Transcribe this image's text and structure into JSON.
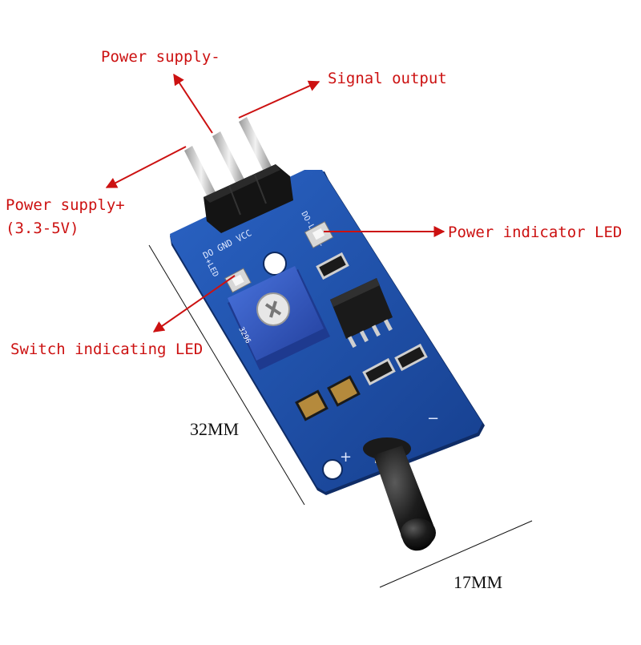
{
  "image": {
    "background": "#ffffff",
    "label_color": "#cc1111",
    "arrow_color": "#cc1111",
    "board_color": "#1b4fa8",
    "pot_color": "#2f59c9",
    "sensor_color": "#111111"
  },
  "callouts": {
    "power_supply_minus": "Power supply-",
    "signal_output": "Signal output",
    "power_supply_plus": "Power supply+",
    "power_supply_plus_range": "(3.3-5V)",
    "power_indicator_led": "Power indicator LED",
    "switch_indicating_led": "Switch indicating LED"
  },
  "dimensions": {
    "length": "32MM",
    "width": "17MM"
  },
  "silkscreen": {
    "pins": "DO GND VCC",
    "power_led": "DO-LED +",
    "switch_led": "+LED",
    "pot_marking": "3296"
  }
}
